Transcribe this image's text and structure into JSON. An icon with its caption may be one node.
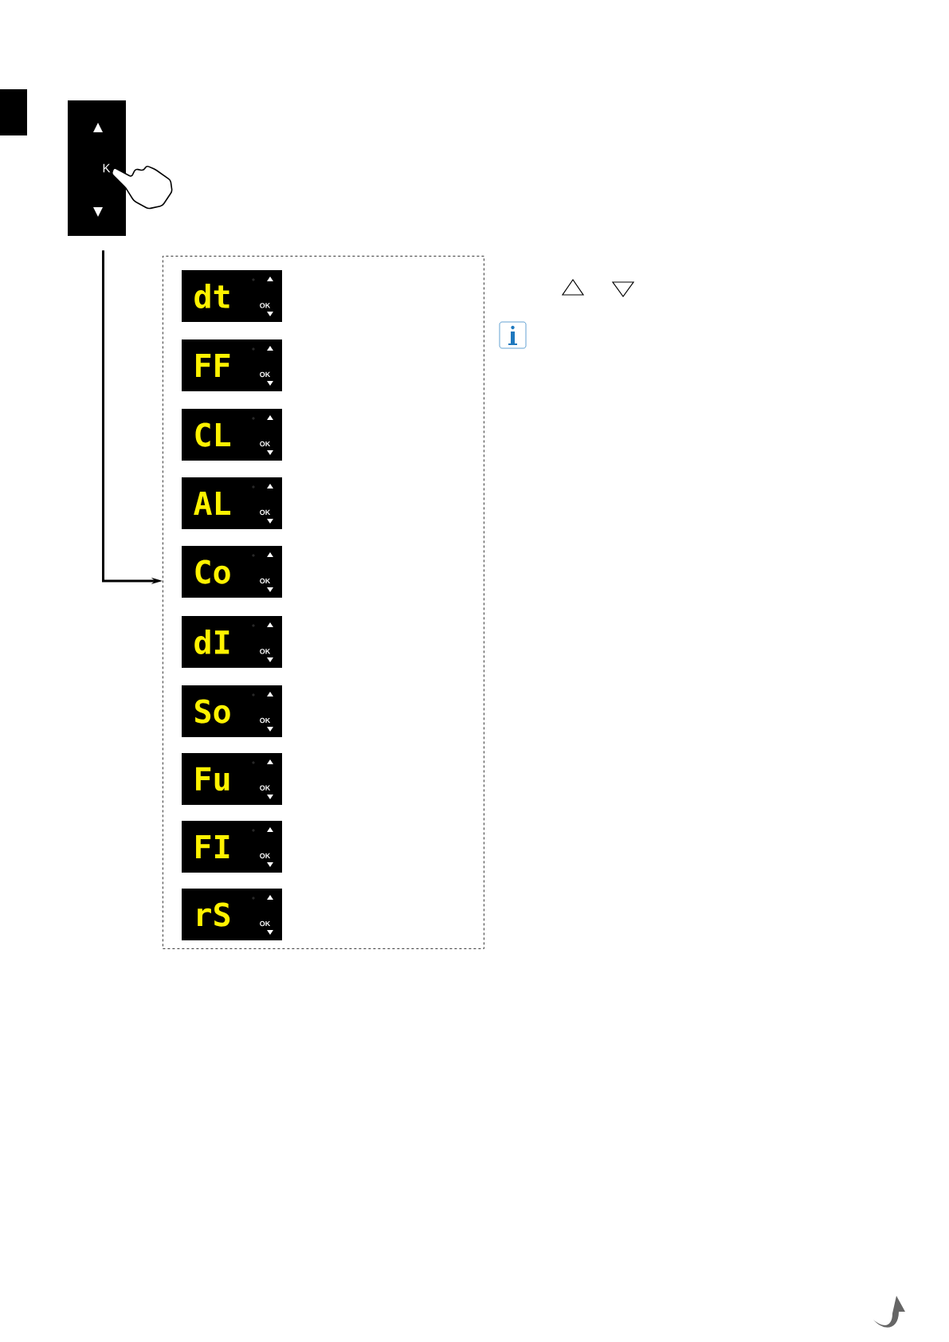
{
  "diagram": {
    "nodes": [
      {
        "text": [
          "K"
        ]
      },
      {
        "text": [],
        "shape": "box"
      },
      {
        "text": [
          "dt",
          "OK"
        ],
        "in": 1
      },
      {
        "text": [
          "FF",
          "OK"
        ],
        "in": 1
      },
      {
        "text": [
          "CL",
          "OK"
        ],
        "in": 1
      },
      {
        "text": [
          "AL",
          "OK"
        ],
        "in": 1
      },
      {
        "text": [
          "Co",
          "OK"
        ],
        "in": 1
      },
      {
        "text": [
          "dI",
          "OK"
        ],
        "in": 1
      },
      {
        "text": [
          "So",
          "OK"
        ],
        "in": 1
      },
      {
        "text": [
          "Fu",
          "OK"
        ],
        "in": 1
      },
      {
        "text": [
          "FI",
          "OK"
        ],
        "in": 1
      },
      {
        "text": [
          "rS",
          "OK"
        ],
        "in": 1
      }
    ],
    "edges": [
      {
        "from": 0,
        "to": 1,
        "arrow": "to"
      }
    ]
  }
}
